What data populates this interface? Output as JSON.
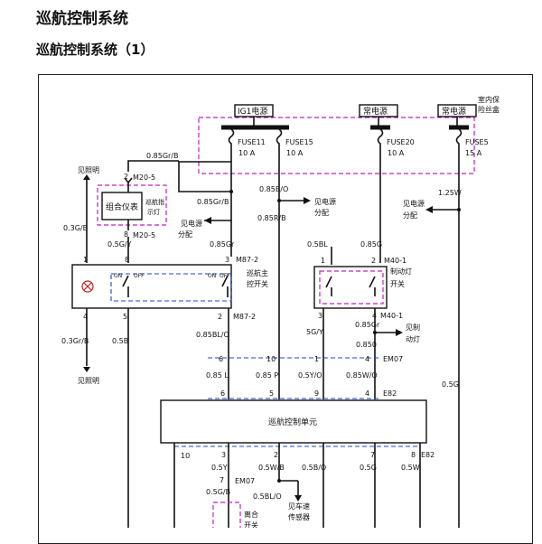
{
  "page": {
    "title": "巡航控制系统",
    "subtitle": "巡航控制系统（1）"
  },
  "top": {
    "ig1": "IG1电源",
    "batt1": "常电源",
    "batt2": "常电源",
    "box_l1": "室内保",
    "box_l2": "险丝盒"
  },
  "fuses": [
    {
      "name": "FUSE11",
      "rating": "10 A"
    },
    {
      "name": "FUSE15",
      "rating": "10 A"
    },
    {
      "name": "FUSE20",
      "rating": "10 A"
    },
    {
      "name": "FUSE5",
      "rating": "15 A"
    }
  ],
  "labels": {
    "lighting_top": "见照明",
    "lighting_bot": "见照明",
    "cluster": "组合仪表",
    "cruise_ind1": "巡航指",
    "cruise_ind2": "示灯",
    "pd1_a": "见电源",
    "pd1_b": "分配",
    "pd2_a": "见电源",
    "pd2_b": "分配",
    "pd3_a": "见电源",
    "pd3_b": "分配",
    "main_sw1": "巡航主",
    "main_sw2": "控开关",
    "brake_sw1": "制动灯",
    "brake_sw2": "开关",
    "brake_lamp1": "见制",
    "brake_lamp2": "动灯",
    "ecu": "巡航控制单元",
    "speed1": "见车速",
    "speed2": "传感器",
    "clutch1": "离合",
    "clutch2": "开关",
    "on1": "ON",
    "off1": "OFF",
    "on2": "ON",
    "off2": "OFF"
  },
  "connectors": {
    "m20_5": "M20-5",
    "m20_5b": "M20-5",
    "m87_2": "M87-2",
    "m87_2b": "M87-2",
    "m40_1": "M40-1",
    "m40_1b": "M40-1",
    "em07": "EM07",
    "em07b": "EM07",
    "e82": "E82",
    "e82b": "E82"
  },
  "wires": {
    "w_085grb_top": "0.85Gr/B",
    "w_085grb": "0.85Gr/B",
    "w_085bo": "0.85B/O",
    "w_085rb": "0.85R/B",
    "w_125w": "1.25W",
    "w_03gb": "0.3G/B",
    "w_05gy": "0.5G/Y",
    "w_085gr": "0.85Gr",
    "w_05bl": "0.5BL",
    "w_085g": "0.85G",
    "w_03grb": "0.3Gr/B",
    "w_05b": "0.5B",
    "w_085blo": "0.85BL/O",
    "w_05gy2": "5G/Y",
    "w_085gr2": "0.85Gr",
    "w_0850": "0.850",
    "w_085l": "0.85 L",
    "w_085p": "0.85 P",
    "w_05yo": "0.5Y/O",
    "w_085wo": "0.85W/O",
    "w_05g_right": "0.5G",
    "w_05y": "0.5Y",
    "w_05wb": "0.5W/B",
    "w_05bo": "0.5B/O",
    "w_05g2": "0.5G",
    "w_05w": "0.5W",
    "w_05gb": "0.5G/B",
    "w_05blo": "0.5BL/O"
  },
  "pins": {
    "p2": "2",
    "p8": "8",
    "p1": "1",
    "p8b": "8",
    "p3": "3",
    "p1b": "1",
    "p2b": "2",
    "p4": "4",
    "p5": "5",
    "p2c": "2",
    "p3b": "3",
    "p4b": "4",
    "p6": "6",
    "p10": "10",
    "p1c": "1",
    "p4c": "4",
    "e6": "6",
    "e5": "5",
    "e9": "9",
    "e4": "4",
    "b10": "10",
    "b3": "3",
    "b2": "2",
    "b7": "7",
    "b8": "8",
    "p7": "7"
  }
}
